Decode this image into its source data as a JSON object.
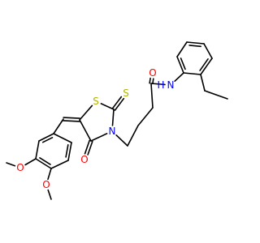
{
  "molecule": {
    "colors": {
      "bond": "#000000",
      "carbon": "#000000",
      "oxygen": "#ff0000",
      "nitrogen": "#0000ff",
      "sulfur": "#b2b200",
      "background": "#ffffff"
    },
    "atom_labels": {
      "s_ring": "S",
      "s_thione": "S",
      "n_ring": "N",
      "o_ketone": "O",
      "o_amide": "O",
      "n_amide": "N",
      "h_amide": "H",
      "o_methoxy_a": "O",
      "o_methoxy_b": "O"
    }
  }
}
